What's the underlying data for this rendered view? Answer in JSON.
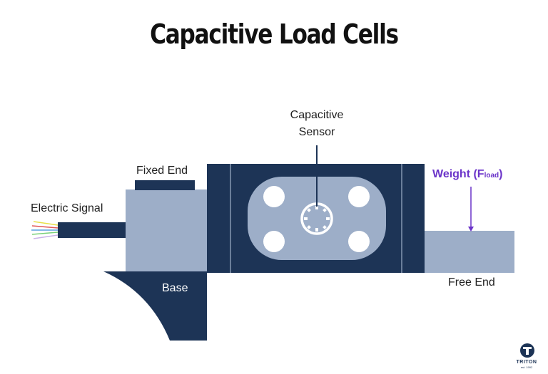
{
  "title": "Capacitive Load Cells",
  "labels": {
    "capacitive_sensor_line1": "Capacitive",
    "capacitive_sensor_line2": "Sensor",
    "fixed_end": "Fixed End",
    "electric_signal": "Electric Signal",
    "weight_prefix": "Weight (F",
    "weight_sub": "load",
    "weight_suffix": ")",
    "free_end": "Free End",
    "base": "Base"
  },
  "logo": {
    "name": "TRITON",
    "tagline": "est. 1992"
  },
  "colors": {
    "dark_navy": "#1d3456",
    "light_steel": "#9daec8",
    "weight_purple": "#6b34c9",
    "wire_colors": [
      "#e8e04a",
      "#e05656",
      "#5aa0e0",
      "#7ad07a",
      "#ffffff"
    ]
  }
}
